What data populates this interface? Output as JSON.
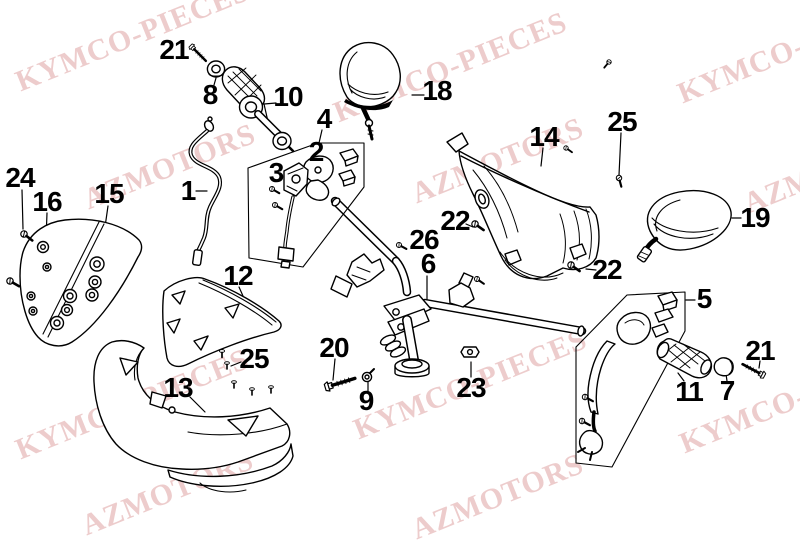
{
  "diagram": {
    "type": "exploded-parts-diagram",
    "subject": "handlebar-handle-cover-assembly",
    "background": "#ffffff",
    "line_color": "#000000",
    "watermark_color": "#edcccc"
  },
  "watermarks": {
    "kymco": "KYMCO-PIECES",
    "azmotors": "AZMOTORS"
  },
  "labels": [
    {
      "text": "21"
    },
    {
      "text": "8"
    },
    {
      "text": "10"
    },
    {
      "text": "18"
    },
    {
      "text": "4"
    },
    {
      "text": "2"
    },
    {
      "text": "3"
    },
    {
      "text": "14"
    },
    {
      "text": "25"
    },
    {
      "text": "24"
    },
    {
      "text": "16"
    },
    {
      "text": "15"
    },
    {
      "text": "1"
    },
    {
      "text": "19"
    },
    {
      "text": "22"
    },
    {
      "text": "26"
    },
    {
      "text": "6"
    },
    {
      "text": "22"
    },
    {
      "text": "12"
    },
    {
      "text": "5"
    },
    {
      "text": "20"
    },
    {
      "text": "25"
    },
    {
      "text": "9"
    },
    {
      "text": "13"
    },
    {
      "text": "23"
    },
    {
      "text": "11"
    },
    {
      "text": "7"
    },
    {
      "text": "21"
    }
  ]
}
